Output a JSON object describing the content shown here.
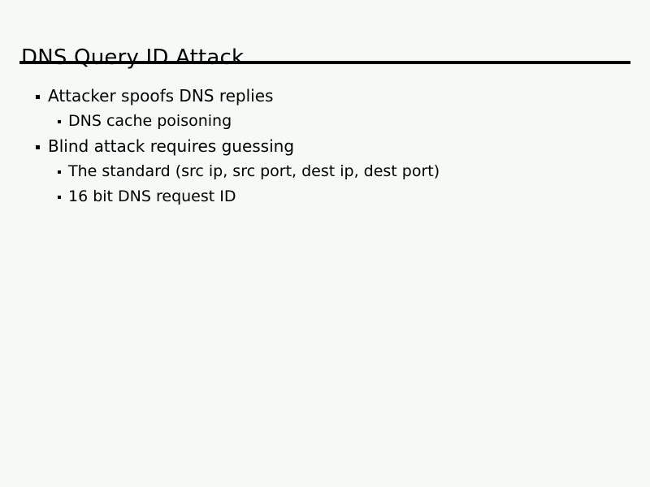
{
  "slide": {
    "title": "DNS Query ID Attack",
    "bullets": [
      {
        "level": 1,
        "text": "Attacker spoofs DNS replies",
        "marker": "square-bullet"
      },
      {
        "level": 2,
        "text": "DNS cache poisoning",
        "marker": "square-bullet"
      },
      {
        "level": 1,
        "text": "Blind attack requires guessing",
        "marker": "square-bullet"
      },
      {
        "level": 2,
        "text": "The standard (src ip, src port, dest ip, dest port)",
        "marker": "square-bullet"
      },
      {
        "level": 2,
        "text": "16 bit DNS request ID",
        "marker": "square-bullet"
      }
    ],
    "colors": {
      "background": "#f6faf6",
      "text": "#000000",
      "rule": "#000000"
    }
  }
}
